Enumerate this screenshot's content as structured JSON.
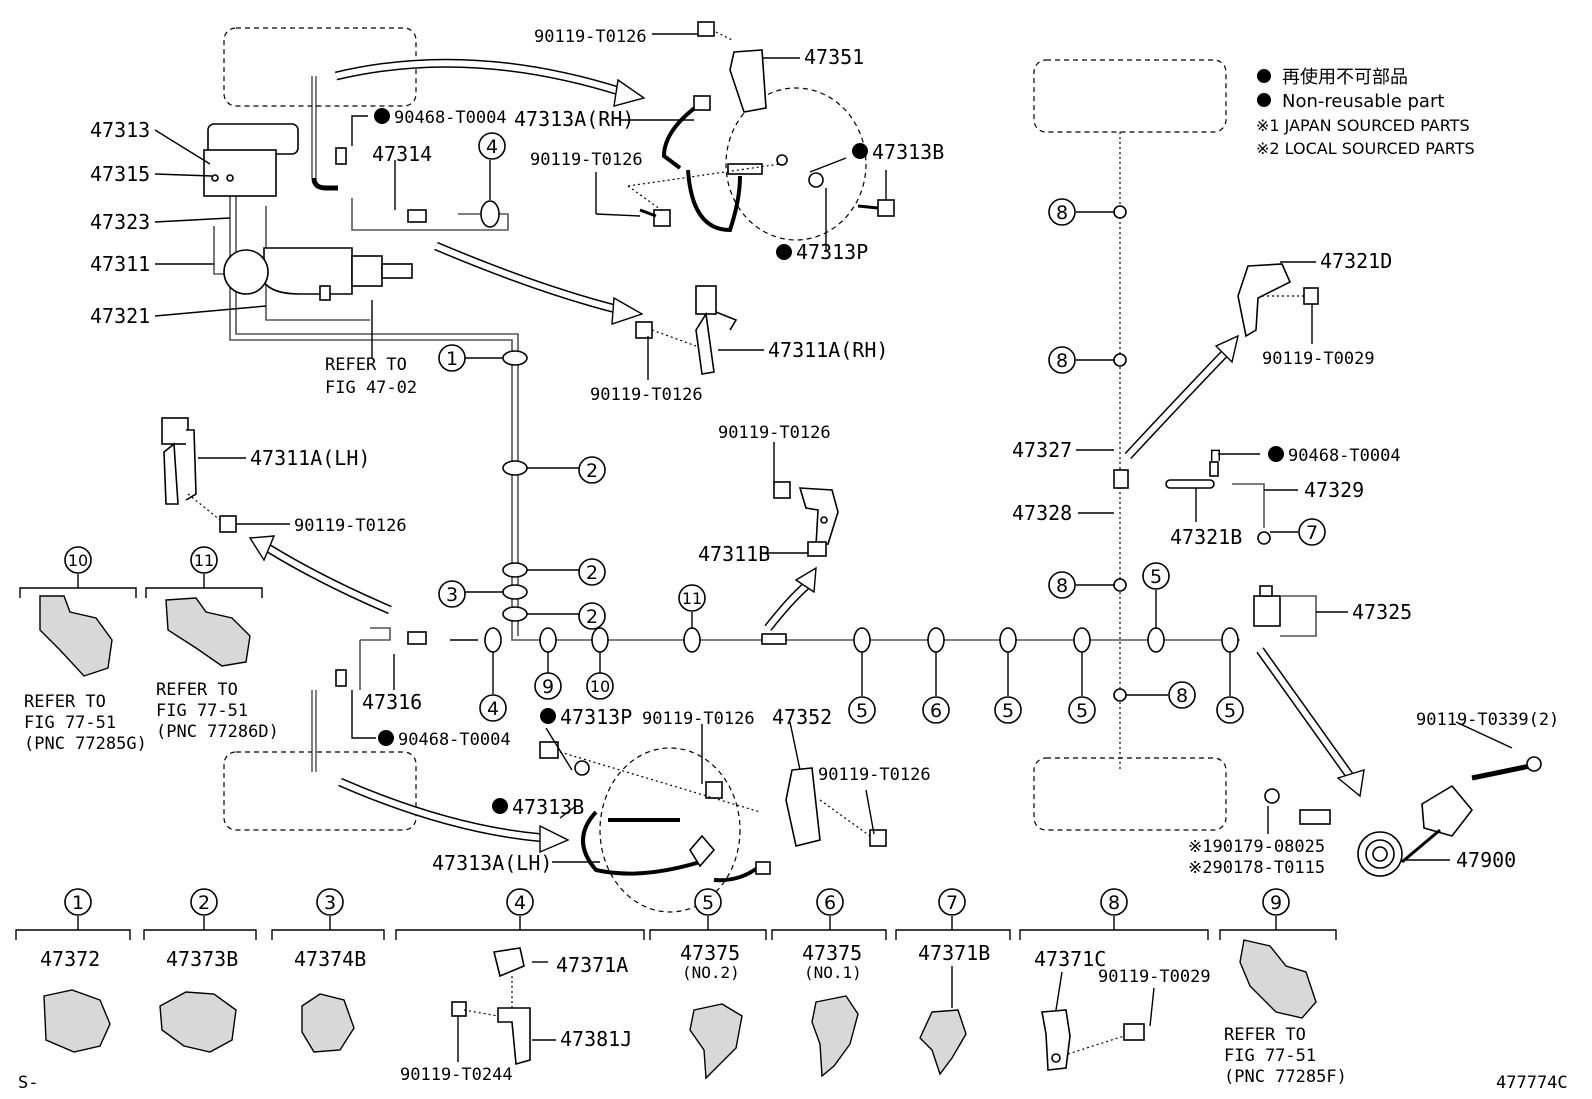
{
  "legend": {
    "line1": "再使用不可部品",
    "line2": "Non-reusable part",
    "line3": "※1 JAPAN SOURCED PARTS",
    "line4": "※2 LOCAL SOURCED PARTS"
  },
  "labels": {
    "p47313": "47313",
    "p47315": "47315",
    "p47323": "47323",
    "p47311": "47311",
    "p47321": "47321",
    "refer_a1": "REFER TO",
    "refer_a2": "FIG 47-02",
    "p90468_top": "90468-T0004",
    "p47314": "47314",
    "p90119_top": "90119-T0126",
    "p47351": "47351",
    "p47313a_rh": "47313A(RH)",
    "p90119_rh": "90119-T0126",
    "p47313b_top": "47313B",
    "p47313p_top": "47313P",
    "p47311a_rh": "47311A(RH)",
    "p90119_rh2": "90119-T0126",
    "p47311a_lh": "47311A(LH)",
    "p90119_lh": "90119-T0126",
    "p90119_311b": "90119-T0126",
    "p47311b": "47311B",
    "p47316": "47316",
    "p90468_bot": "90468-T0004",
    "p47313p_bot": "47313P",
    "p47313b_bot": "47313B",
    "p90119_mid": "90119-T0126",
    "p47352": "47352",
    "p90119_352": "90119-T0126",
    "p47313a_lh": "47313A(LH)",
    "p47321d": "47321D",
    "p90119_t0029": "90119-T0029",
    "p47327": "47327",
    "p90468_r": "90468-T0004",
    "p47329": "47329",
    "p47328": "47328",
    "p47321b": "47321B",
    "p47325": "47325",
    "p90119_t0339": "90119-T0339(2)",
    "p90179": "※190179-08025",
    "p90178": "※290178-T0115",
    "p47900": "47900",
    "refer_10a": "REFER TO",
    "refer_10b": "FIG 77-51",
    "refer_10c": "(PNC 77285G)",
    "refer_11a": "REFER TO",
    "refer_11b": "FIG 77-51",
    "refer_11c": "(PNC 77286D)",
    "footer_left": "S-",
    "footer_right": "477774C"
  },
  "callouts": {
    "c1": "1",
    "c2": "2",
    "c3": "3",
    "c4": "4",
    "c5": "5",
    "c6": "6",
    "c7": "7",
    "c8": "8",
    "c9": "9",
    "c10": "10",
    "c11": "11"
  },
  "clamp_table": [
    {
      "num": "1",
      "part": "47372",
      "sub": ""
    },
    {
      "num": "2",
      "part": "47373B",
      "sub": ""
    },
    {
      "num": "3",
      "part": "47374B",
      "sub": ""
    },
    {
      "num": "4",
      "part": "47371A",
      "sub": "47381J",
      "bolt": "90119-T0244"
    },
    {
      "num": "5",
      "part": "47375",
      "sub": "(NO.2)"
    },
    {
      "num": "6",
      "part": "47375",
      "sub": "(NO.1)"
    },
    {
      "num": "7",
      "part": "47371B",
      "sub": ""
    },
    {
      "num": "8",
      "part": "47371C",
      "sub": "90119-T0029"
    },
    {
      "num": "9",
      "part": "REFER TO",
      "sub": "FIG 77-51",
      "pnc": "(PNC 77285F)"
    }
  ]
}
